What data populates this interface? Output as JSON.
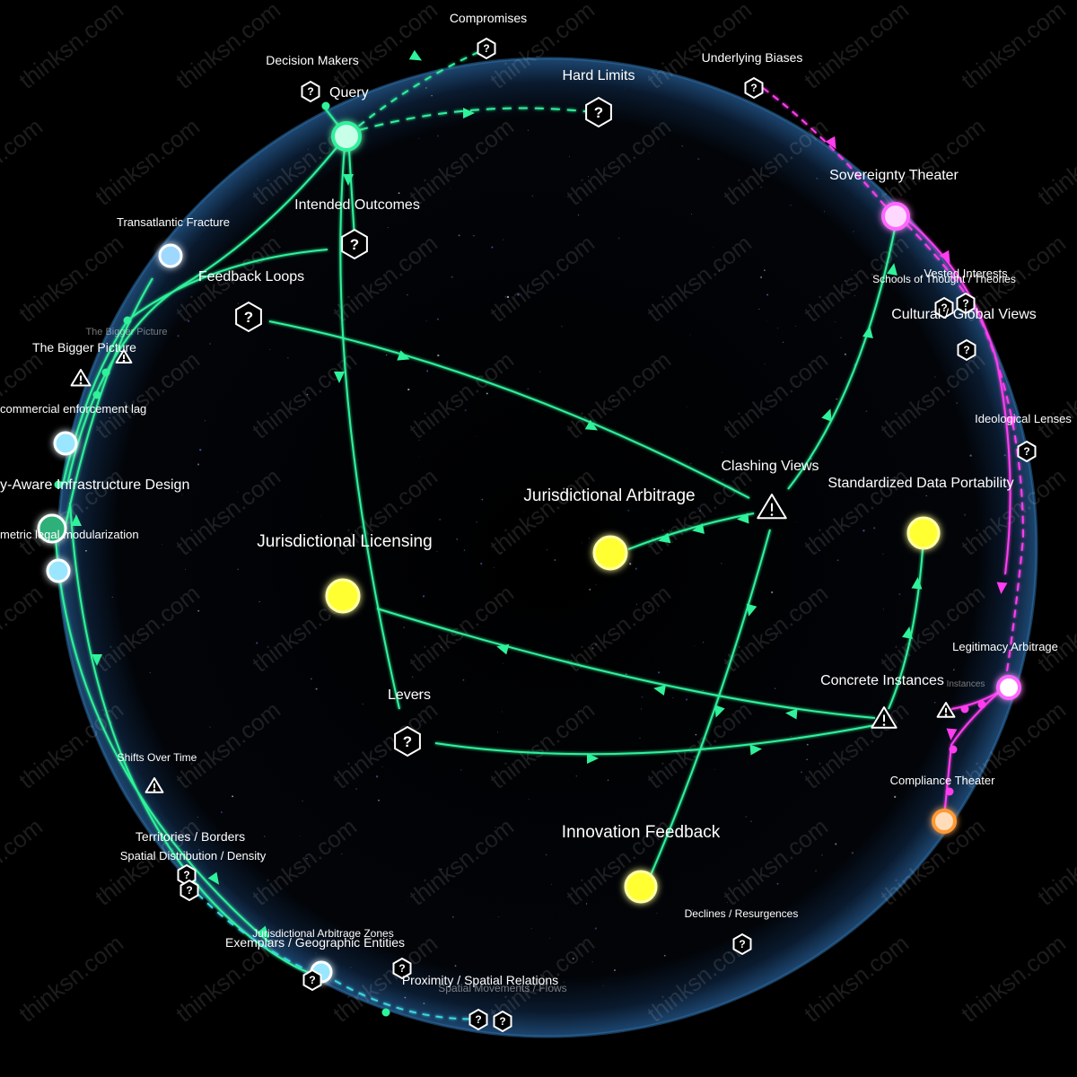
{
  "watermark": "thinksn.com",
  "colors": {
    "background": "#000000",
    "sphere_edge": "#2e6fa8",
    "green_link": "#2ff29b",
    "bright_green": "#35ff5e",
    "magenta_link": "#ff3cf0",
    "yellow_node": "#ffff33",
    "cyan_node": "#7fe6ff",
    "orange_node": "#ff9933",
    "pink_node": "#ff66ff"
  },
  "labels": {
    "compromises": "Compromises",
    "decision_makers": "Decision Makers",
    "query": "Query",
    "hard_limits": "Hard Limits",
    "underlying_biases": "Underlying Biases",
    "sovereignty_theater": "Sovereignty Theater",
    "intended_outcomes": "Intended Outcomes",
    "transatlantic_fracture": "Transatlantic Fracture",
    "feedback_loops": "Feedback Loops",
    "schools_of_thought": "Schools of Thought / Theories",
    "vested_interests": "Vested Interests",
    "cultural_global_views": "Cultural / Global Views",
    "bigger_picture_faint": "The Bigger Picture",
    "bigger_picture": "The Bigger Picture",
    "commercial_lag": "commercial enforcement lag",
    "ideological_lenses": "Ideological Lenses",
    "clashing_views": "Clashing Views",
    "infra_design": "y-Aware Infrastructure Design",
    "jurisdictional_arbitrage": "Jurisdictional Arbitrage",
    "standardized_portability": "Standardized Data Portability",
    "asym_modularization": "metric legal modularization",
    "jurisdictional_licensing": "Jurisdictional Licensing",
    "legitimacy_arbitrage": "Legitimacy Arbitrage",
    "concrete_instances": "Concrete Instances",
    "instances_faint": "Instances",
    "levers": "Levers",
    "shifts_over_time": "Shifts Over Time",
    "compliance_theater": "Compliance Theater",
    "territories_borders": "Territories / Borders",
    "innovation_feedback": "Innovation Feedback",
    "spatial_distribution": "Spatial Distribution / Density",
    "declines_resurgences": "Declines / Resurgences",
    "arbitrage_zones": "Jurisdictional Arbitrage Zones",
    "exemplars": "Exemplars / Geographic Entities",
    "proximity": "Proximity / Spatial Relations",
    "spatial_movements": "Spatial Movements / Flows"
  }
}
